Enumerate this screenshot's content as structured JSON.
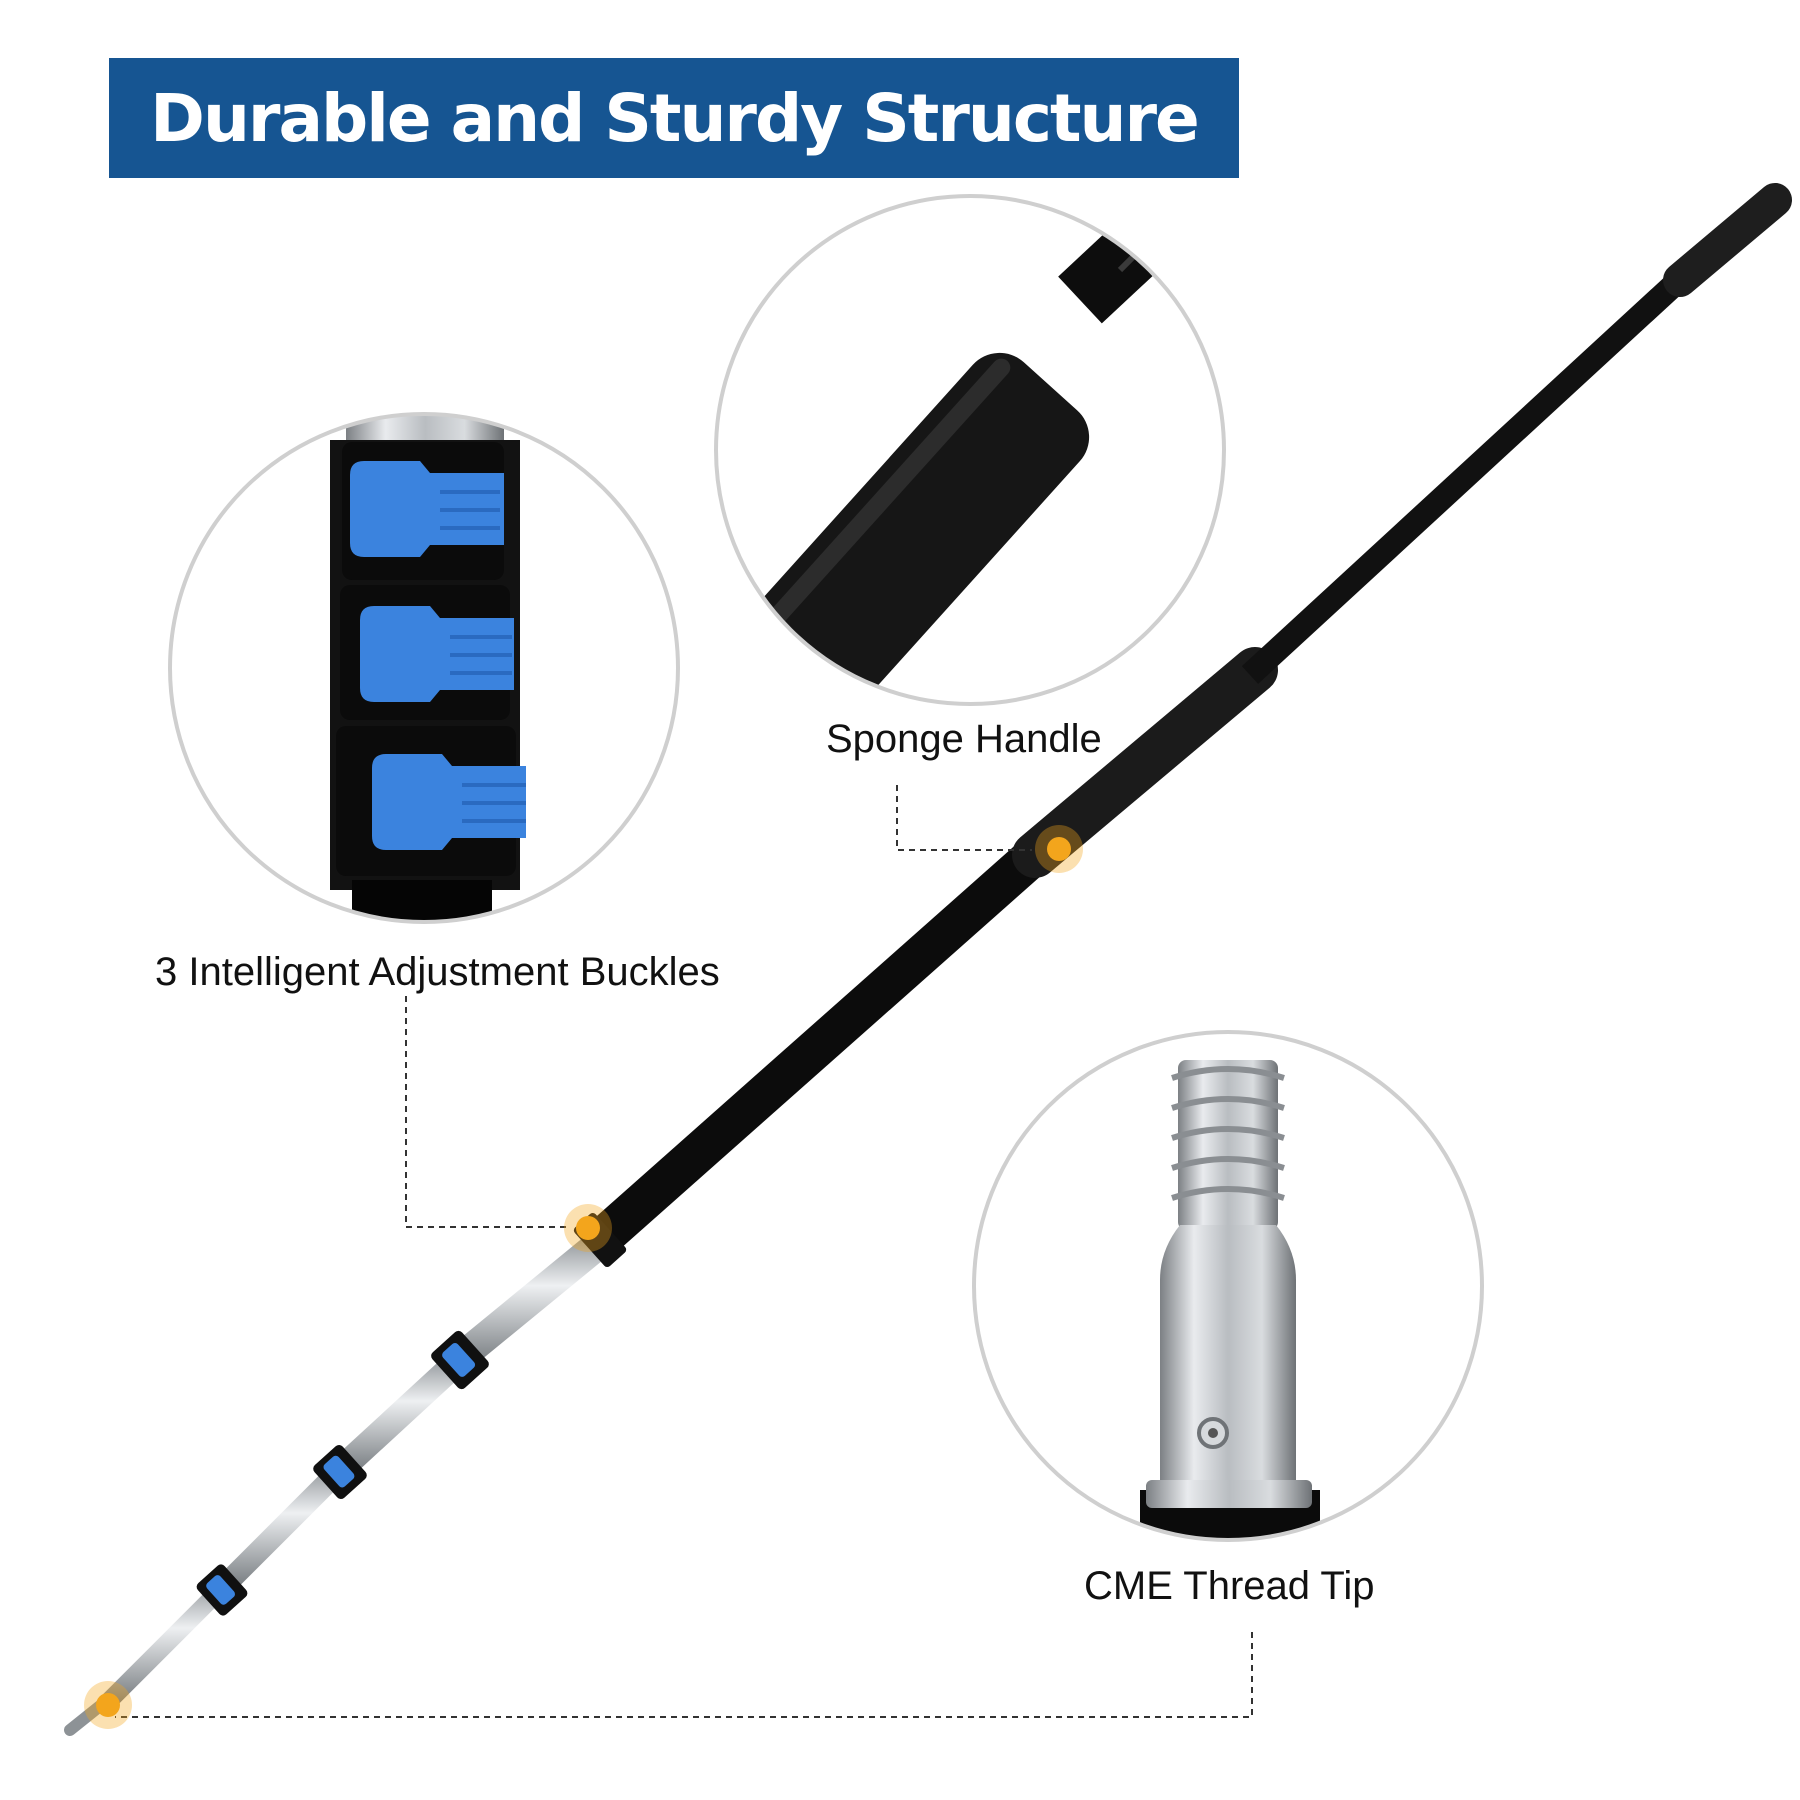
{
  "banner": {
    "title": "Durable and Sturdy Structure",
    "background_color": "#165592",
    "text_color": "#ffffff"
  },
  "callouts": {
    "sponge_handle": {
      "label": "Sponge Handle"
    },
    "buckles": {
      "label": "3 Intelligent Adjustment Buckles"
    },
    "thread_tip": {
      "label": "CME Thread Tip"
    }
  },
  "colors": {
    "accent_dot": "#f3a51c",
    "buckle_blue": "#3b83de",
    "pole_black": "#111111",
    "pole_silver": "#c8ccd0",
    "circle_border": "#cfcfcf"
  },
  "icons": {
    "marker": "orange-dot-marker",
    "buckle": "blue-clip-buckle"
  }
}
